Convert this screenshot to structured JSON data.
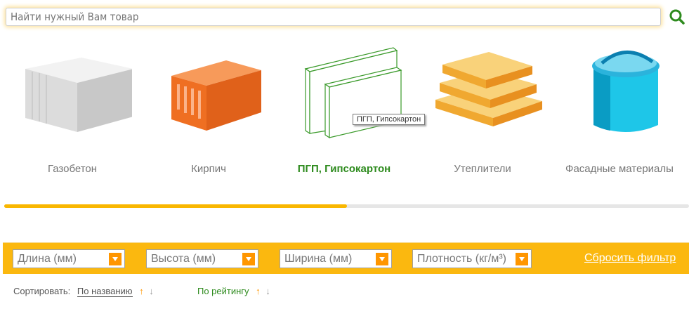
{
  "search": {
    "placeholder": "Найти нужный Вам товар"
  },
  "categories": [
    {
      "label": "Газобетон"
    },
    {
      "label": "Кирпич"
    },
    {
      "label": "ПГП, Гипсокартон",
      "tooltip": "ПГП, Гипсокартон"
    },
    {
      "label": "Утеплители"
    },
    {
      "label": "Фасадные материалы"
    }
  ],
  "carousel": {
    "progress_percent": 50
  },
  "filters": {
    "selects": [
      "Длина (мм)",
      "Высота (мм)",
      "Ширина (мм)",
      "Плотность (кг/м³)"
    ],
    "reset": "Сбросить фильтр"
  },
  "sort": {
    "label": "Сортировать:",
    "by_name": "По названию",
    "by_rating": "По рейтингу",
    "up": "↑",
    "down": "↓"
  },
  "colors": {
    "accent": "#fbb80f",
    "green": "#2e8b1e",
    "orange": "#ff9600"
  }
}
